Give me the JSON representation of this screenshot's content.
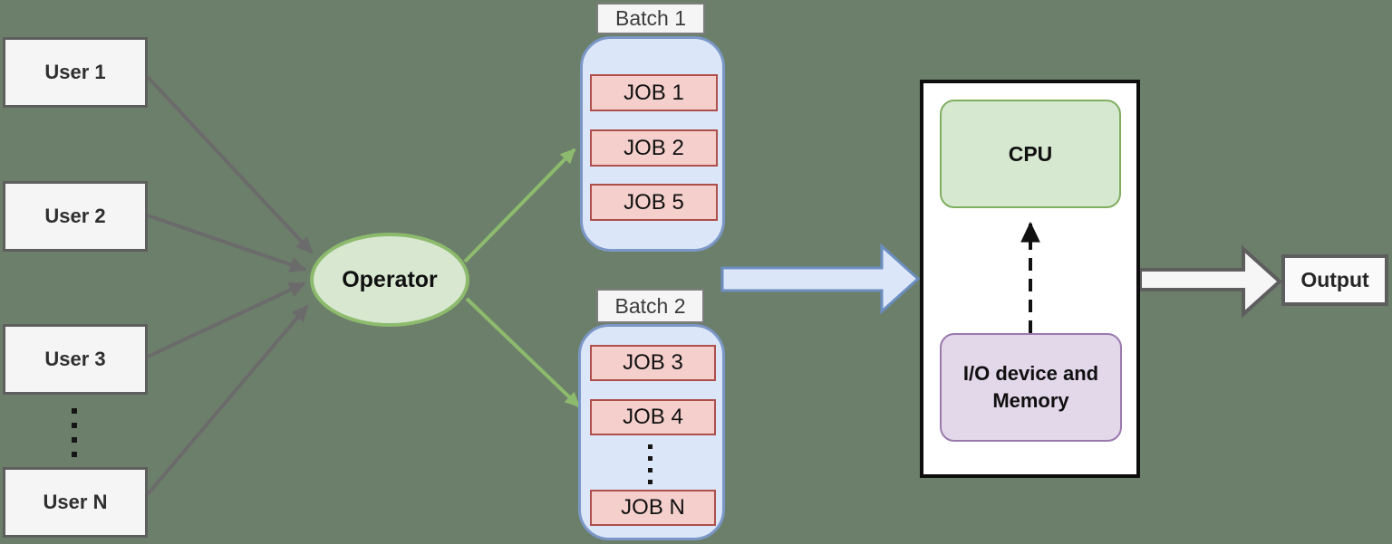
{
  "diagram": {
    "users": [
      {
        "label": "User 1"
      },
      {
        "label": "User 2"
      },
      {
        "label": "User 3"
      },
      {
        "label": "User N"
      }
    ],
    "users_ellipsis_shown": true,
    "operator_label": "Operator",
    "batch1": {
      "label": "Batch 1",
      "jobs": [
        "JOB 1",
        "JOB 2",
        "JOB 5"
      ]
    },
    "batch2": {
      "label": "Batch 2",
      "jobs": [
        "JOB 3",
        "JOB 4",
        "JOB N"
      ],
      "ellipsis_shown": true
    },
    "system": {
      "cpu_label": "CPU",
      "io_label": "I/O device and Memory"
    },
    "output_label": "Output"
  },
  "colors": {
    "background": "#6c7f6b",
    "user_node_fill": "#f5f5f5",
    "user_node_border": "#5e5e5e",
    "operator_fill": "#d8e7d0",
    "operator_border": "#8dbb6d",
    "batch_fill": "#dbe6f9",
    "batch_border": "#7b97c6",
    "batch_label_fill": "#f5f5f5",
    "job_fill": "#f4cfcc",
    "job_border": "#ae4f4b",
    "cpu_fill": "#d7e8d1",
    "cpu_border": "#7fae5f",
    "io_fill": "#e3d7ea",
    "io_border": "#9a79ad",
    "system_box_fill": "#ffffff",
    "system_box_border": "#0d0d0d",
    "gray_arrow": "#6b6b6b",
    "green_arrow": "#8dbb6d",
    "blue_block_arrow_fill": "#dbe6f9",
    "blue_block_arrow_border": "#6c8ebf",
    "output_block_arrow_fill": "#f6f6f6",
    "output_block_arrow_border": "#5e5e5e",
    "dashed_arrow": "#111111"
  }
}
